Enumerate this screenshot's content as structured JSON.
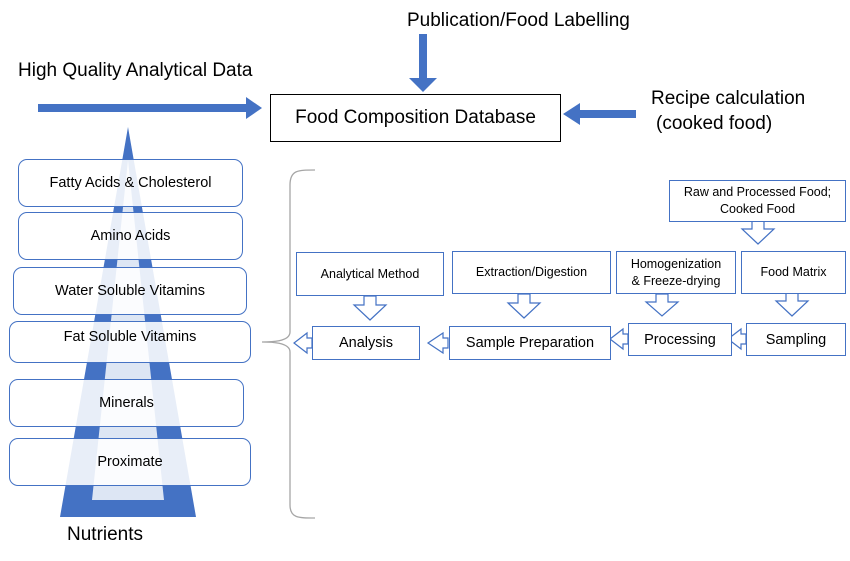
{
  "header": {
    "publication_label": "Publication/Food Labelling",
    "hq_data_label": "High Quality Analytical Data",
    "database_label": "Food Composition Database",
    "recipe_line1": "Recipe calculation",
    "recipe_line2": "(cooked food)"
  },
  "nutrients": {
    "footer_label": "Nutrients",
    "items": [
      "Fatty Acids & Cholesterol",
      "Amino Acids",
      "Water Soluble Vitamins",
      "Fat Soluble Vitamins",
      "Minerals",
      "Proximate"
    ]
  },
  "flow": {
    "inputs": {
      "analytical_method": "Analytical Method",
      "extraction_digestion": "Extraction/Digestion",
      "homogenization_line1": "Homogenization",
      "homogenization_line2": "& Freeze-drying",
      "food_matrix": "Food Matrix",
      "raw_processed_line1": "Raw and Processed Food;",
      "raw_processed_line2": "Cooked Food"
    },
    "steps": {
      "analysis": "Analysis",
      "sample_preparation": "Sample Preparation",
      "processing": "Processing",
      "sampling": "Sampling"
    }
  },
  "colors": {
    "accent": "#4472c4",
    "pyramid_light": "#dde6f4"
  }
}
